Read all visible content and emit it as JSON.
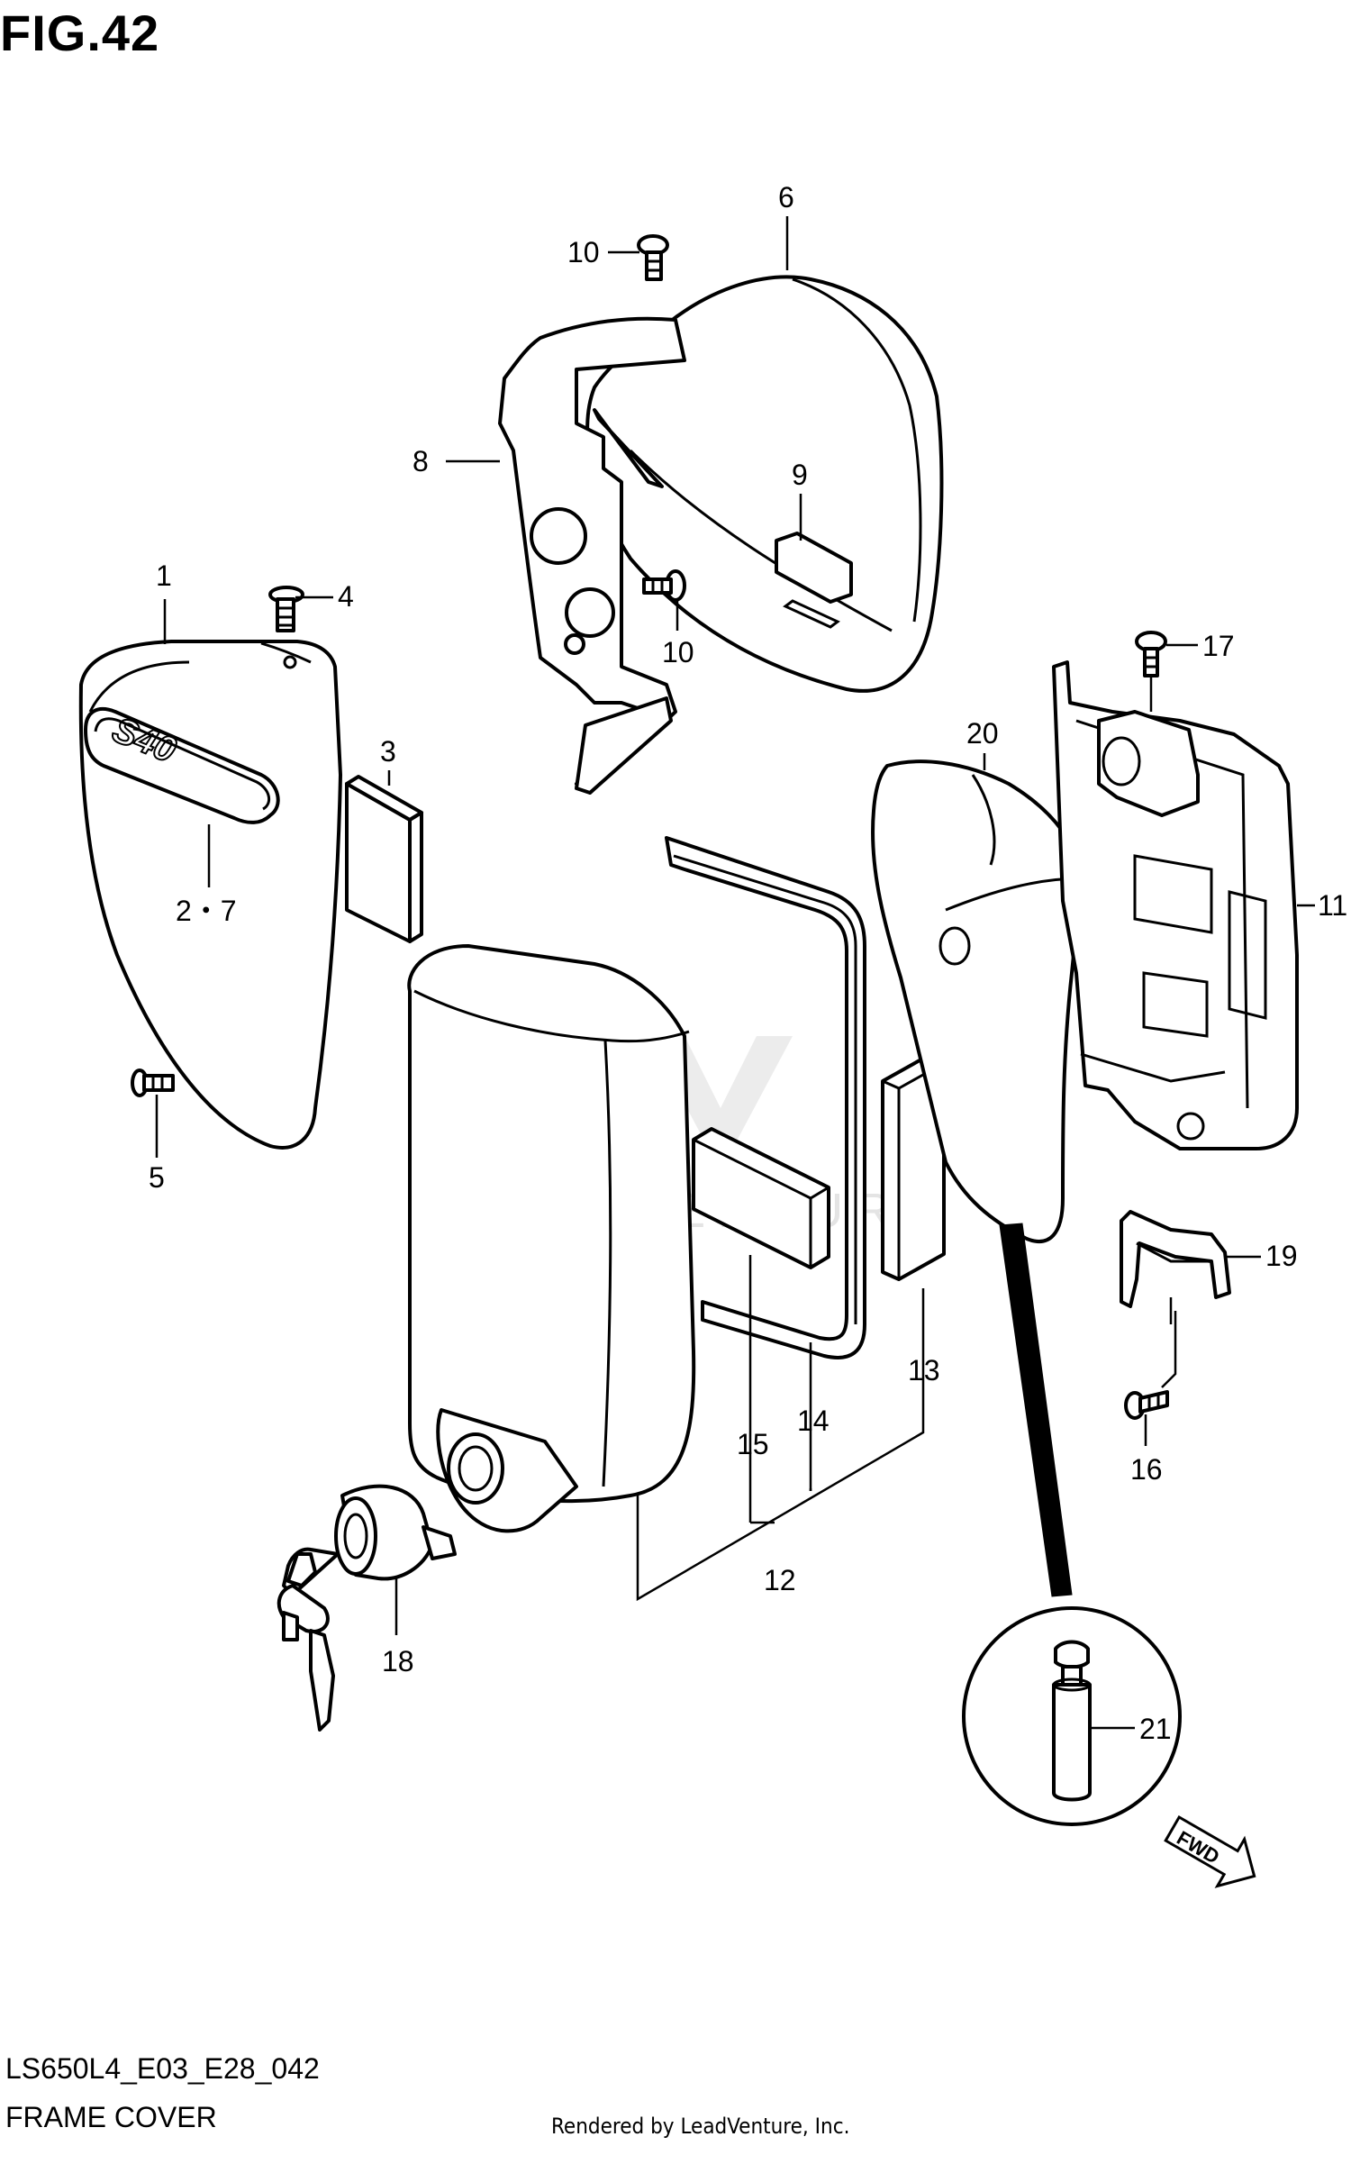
{
  "figure_title": "FIG.42",
  "model_code": "LS650L4_E03_E28_042",
  "section_name": "FRAME COVER",
  "render_credit": "Rendered by LeadVenture, Inc.",
  "watermark": "LEADVENTURE",
  "fwd_label": "FWD",
  "callouts": {
    "p1": "1",
    "p2_7": "2・7",
    "p3": "3",
    "p4": "4",
    "p5": "5",
    "p6": "6",
    "p8": "8",
    "p9": "9",
    "p10a": "10",
    "p10b": "10",
    "p11": "11",
    "p12": "12",
    "p13": "13",
    "p14": "14",
    "p15": "15",
    "p16": "16",
    "p17": "17",
    "p18": "18",
    "p19": "19",
    "p20": "20",
    "p21": "21"
  }
}
